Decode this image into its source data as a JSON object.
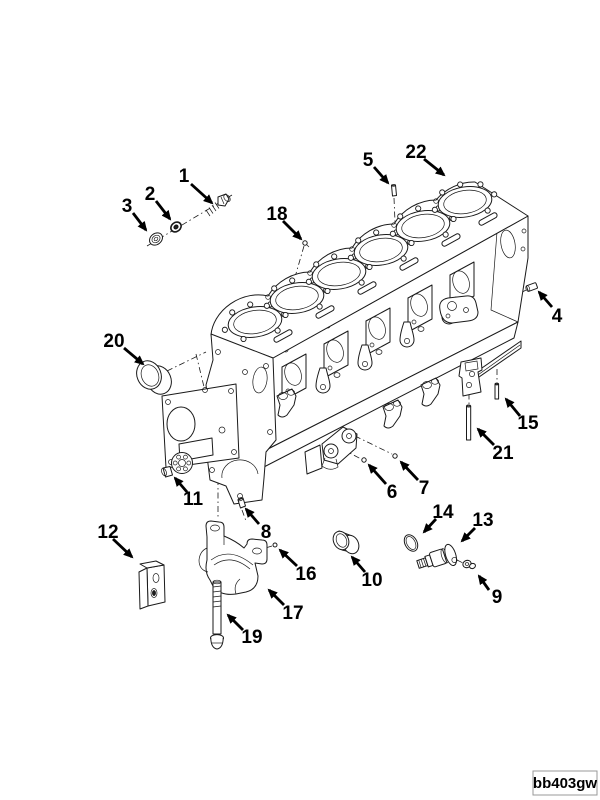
{
  "figure": {
    "code": "bb403gw",
    "background_color": "#ffffff",
    "line_color": "#1a1a1a"
  },
  "callouts": {
    "c1": {
      "label": "1"
    },
    "c2": {
      "label": "2"
    },
    "c3": {
      "label": "3"
    },
    "c4": {
      "label": "4"
    },
    "c5": {
      "label": "5"
    },
    "c6": {
      "label": "6"
    },
    "c7": {
      "label": "7"
    },
    "c8": {
      "label": "8"
    },
    "c9": {
      "label": "9"
    },
    "c10": {
      "label": "10"
    },
    "c11": {
      "label": "11"
    },
    "c12": {
      "label": "12"
    },
    "c13": {
      "label": "13"
    },
    "c14": {
      "label": "14"
    },
    "c15": {
      "label": "15"
    },
    "c16": {
      "label": "16"
    },
    "c17": {
      "label": "17"
    },
    "c18": {
      "label": "18"
    },
    "c19": {
      "label": "19"
    },
    "c20": {
      "label": "20"
    },
    "c21": {
      "label": "21"
    },
    "c22": {
      "label": "22"
    }
  }
}
